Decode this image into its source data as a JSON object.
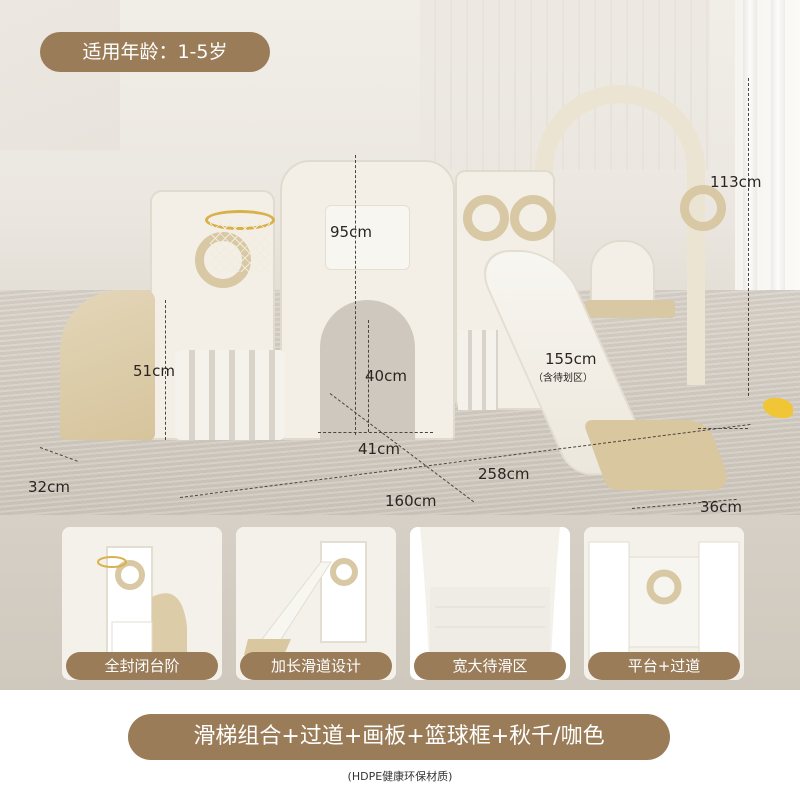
{
  "age_badge": "适用年龄：1-5岁",
  "dimensions": {
    "height_swing": "113cm",
    "height_castle": "95cm",
    "slide_length": "155cm",
    "slide_note": "（含待划区）",
    "height_platform": "51cm",
    "arch_height": "40cm",
    "arch_width": "41cm",
    "total_length": "258cm",
    "depth": "160cm",
    "stairs_width": "32cm",
    "slide_width": "36cm"
  },
  "features": [
    {
      "label": "全封闭台阶"
    },
    {
      "label": "加长滑道设计"
    },
    {
      "label": "宽大待滑区"
    },
    {
      "label": "平台+过道"
    }
  ],
  "product_title": "滑梯组合+过道+画板+篮球框+秋千/咖色",
  "material_note": "(HDPE健康环保材质)",
  "colors": {
    "accent": "#9a7c58",
    "playset_cream": "#f3efe6",
    "playset_beige": "#d8c8a4"
  }
}
